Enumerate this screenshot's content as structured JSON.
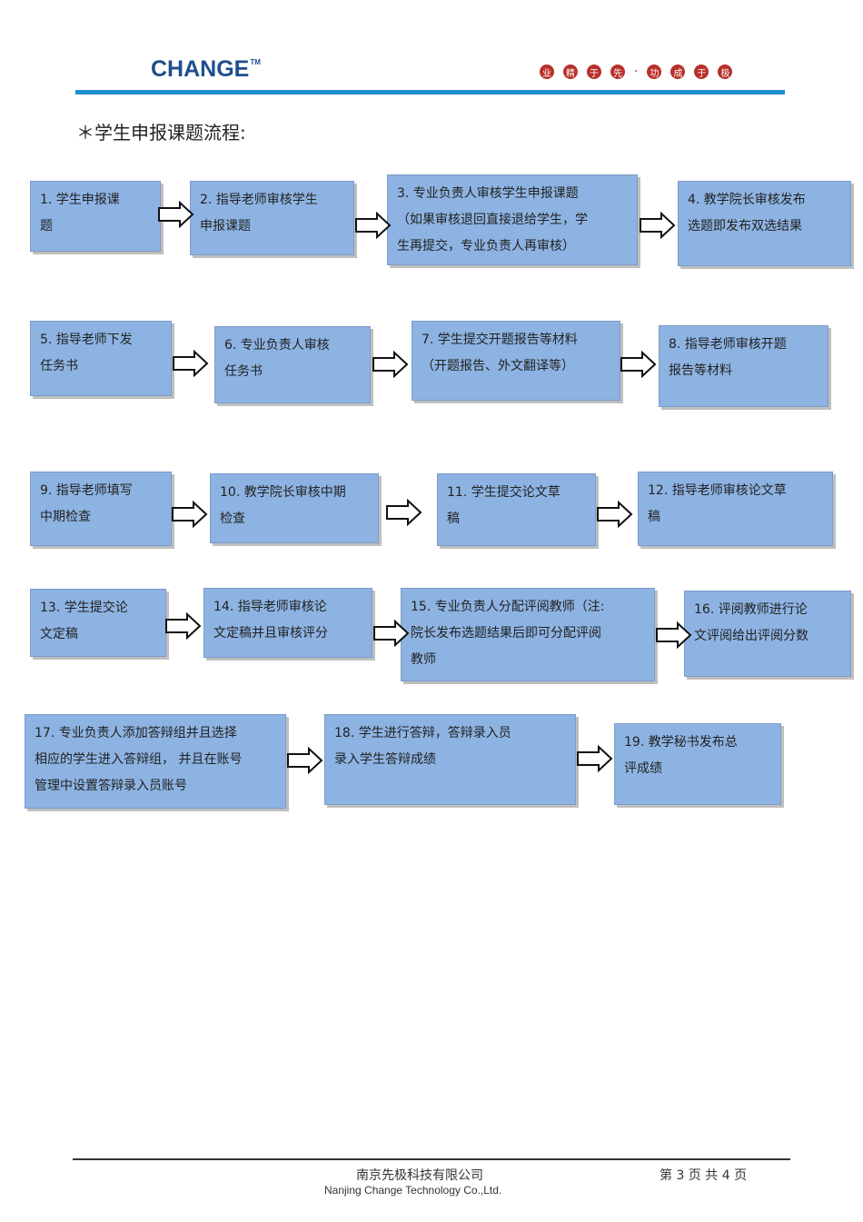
{
  "header": {
    "logo": "CHANGE",
    "logo_tm": "TM",
    "slogan": [
      "业",
      "精",
      "于",
      "先",
      "·",
      "功",
      "成",
      "于",
      "极"
    ],
    "logo_color": "#1f4e8c",
    "slogan_color": "#b8302a",
    "rule_color": "#1e8fd0"
  },
  "heading": "＊学生申报课题流程:",
  "steps": [
    "1. 学生申报课\n  题",
    "2. 指导老师审核学生\n申报课题",
    "3. 专业负责人审核学生申报课题\n（如果审核退回直接退给学生，学\n生再提交，专业负责人再审核）",
    "4. 教学院长审核发布\n选题即发布双选结果",
    "5. 指导老师下发\n任务书",
    "6. 专业负责人审核\n任务书",
    "7. 学生提交开题报告等材料\n（开题报告、外文翻译等）",
    "8. 指导老师审核开题\n报告等材料",
    "9. 指导老师填写\n中期检查",
    "10. 教学院长审核中期\n检查",
    "11. 学生提交论文草\n稿",
    "12. 指导老师审核论文草\n稿",
    "13. 学生提交论\n文定稿",
    "14. 指导老师审核论\n文定稿并且审核评分",
    "15. 专业负责人分配评阅教师（注:\n院长发布选题结果后即可分配评阅\n教师",
    "16. 评阅教师进行论\n文评阅给出评阅分数",
    "17. 专业负责人添加答辩组并且选择\n相应的学生进入答辩组，   并且在账号\n管理中设置答辩录入员账号",
    "18. 学生进行答辩，答辩录入员\n录入学生答辩成绩",
    "19. 教学秘书发布总\n  评成绩"
  ],
  "box_color": "#8db3e2",
  "footer": {
    "company_cn": "南京先极科技有限公司",
    "company_en": "Nanjing Change Technology Co.,Ltd.",
    "page": "第 3 页  共 4 页"
  }
}
